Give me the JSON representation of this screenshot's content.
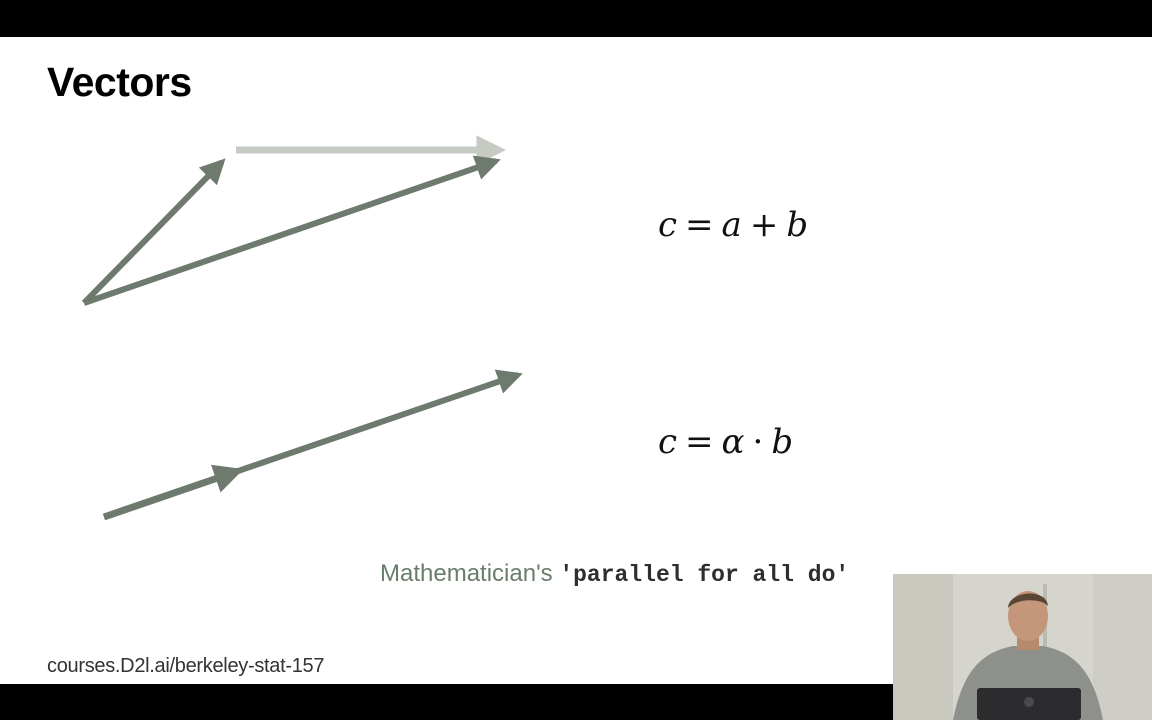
{
  "slide": {
    "title": "Vectors",
    "equation_sum": {
      "c": "c",
      "eq": "=",
      "a": "a",
      "plus": "+",
      "b": "b"
    },
    "equation_scale": {
      "c": "c",
      "eq": "=",
      "alpha": "α",
      "dot": "·",
      "b": "b"
    },
    "caption_text": "Mathematician's ",
    "caption_code": "'parallel for all do'",
    "footer_url": "courses.D2l.ai/berkeley-stat-157"
  },
  "colors": {
    "background": "#ffffff",
    "arrow_dark": "#6d7a6d",
    "arrow_light": "#c5cac3",
    "caption": "#6a7d6b",
    "letterbox": "#000000"
  },
  "webcam": {
    "description_icon": "presenter-video"
  }
}
